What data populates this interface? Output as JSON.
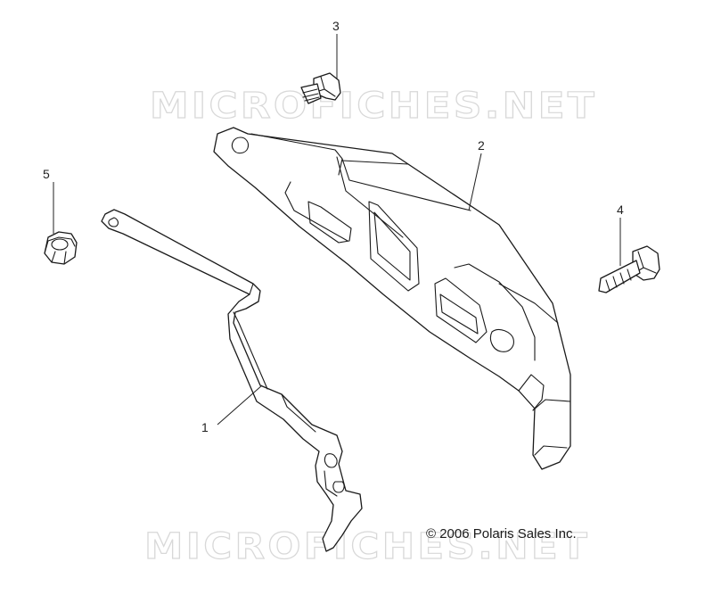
{
  "watermarks": {
    "top": "MICROFICHES.NET",
    "bottom": "MICROFICHES.NET"
  },
  "callouts": {
    "part1": "1",
    "part2": "2",
    "part3": "3",
    "part4": "4",
    "part5": "5"
  },
  "copyright": "© 2006 Polaris Sales Inc.",
  "colors": {
    "line": "#1a1a1a",
    "watermark": "#d8d8d8",
    "background": "#ffffff"
  }
}
